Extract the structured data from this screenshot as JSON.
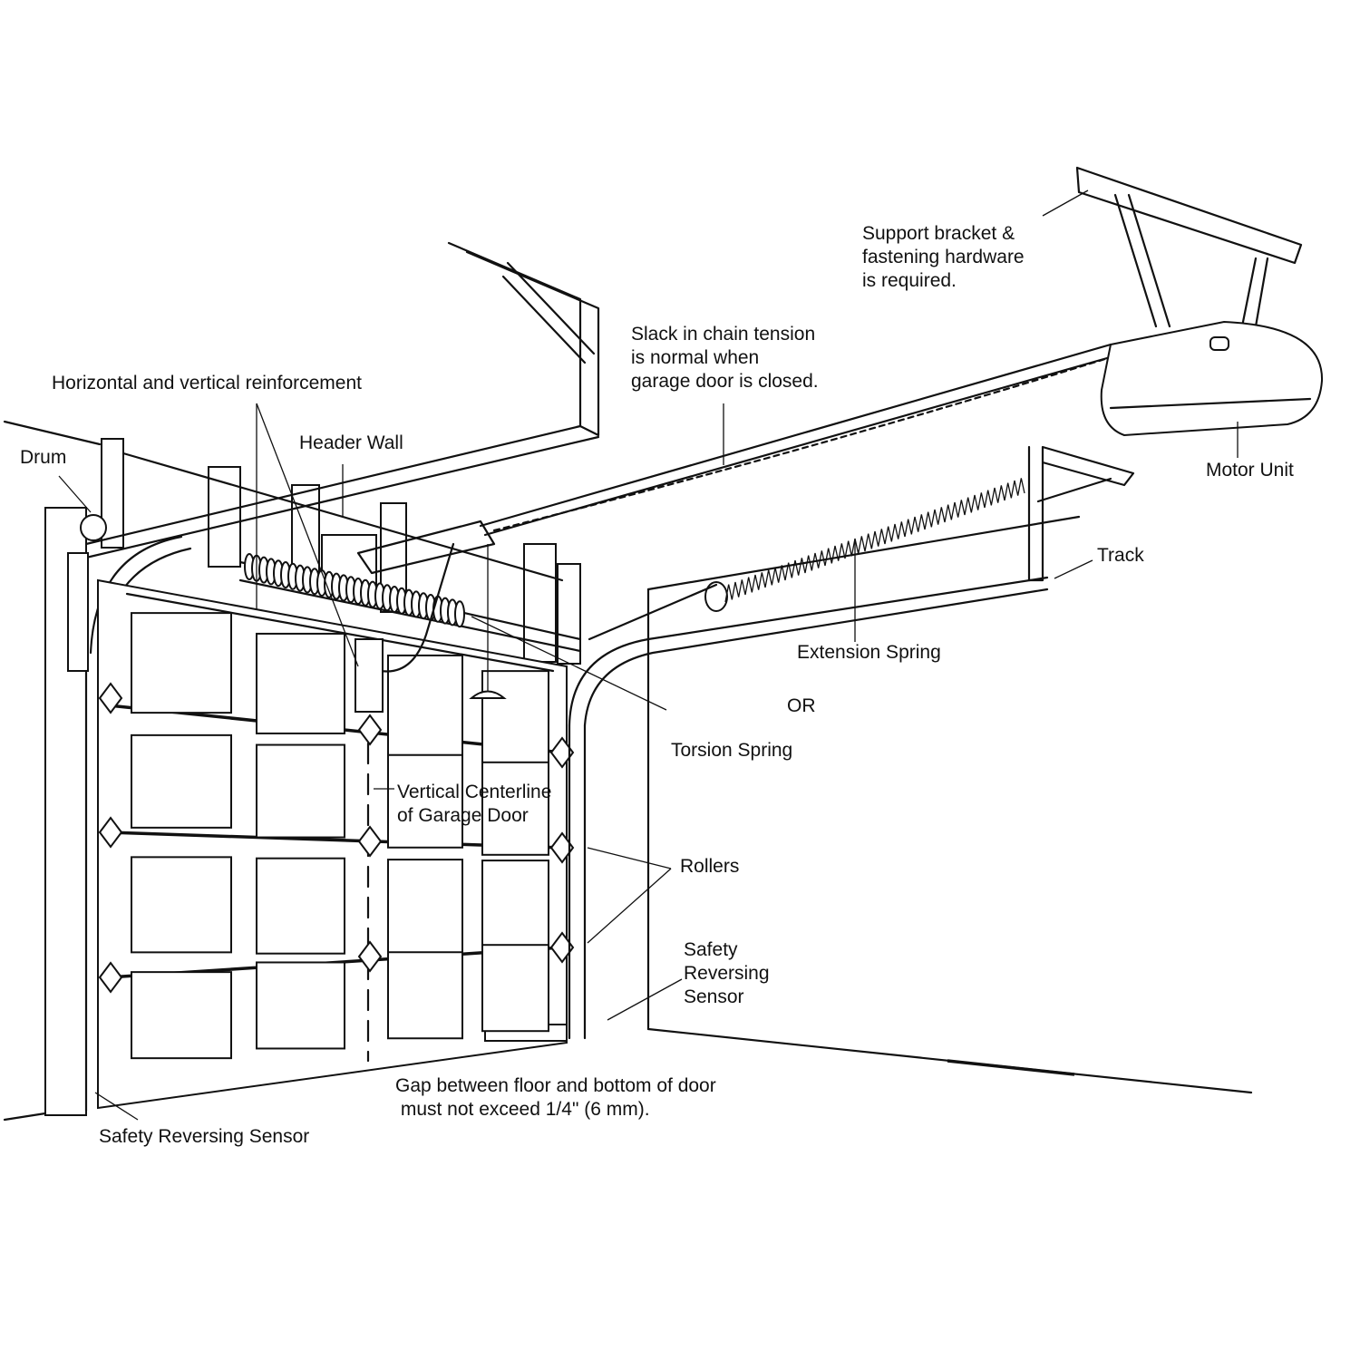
{
  "labels": {
    "support_bracket": [
      "Support bracket &",
      "fastening hardware",
      "is required."
    ],
    "slack_chain": [
      "Slack in chain tension",
      "is normal when",
      "garage door is closed."
    ],
    "reinforcement": "Horizontal and vertical reinforcement",
    "header_wall": "Header Wall",
    "drum": "Drum",
    "motor_unit": "Motor Unit",
    "track": "Track",
    "extension_spring": "Extension Spring",
    "or": "OR",
    "torsion_spring": "Torsion Spring",
    "centerline": [
      "Vertical Centerline",
      "of Garage Door"
    ],
    "rollers": "Rollers",
    "sensor_right": [
      "Safety",
      "Reversing",
      "Sensor"
    ],
    "gap": [
      "Gap between floor and bottom of door",
      " must not exceed 1/4\" (6 mm)."
    ],
    "sensor_left": "Safety Reversing Sensor"
  }
}
